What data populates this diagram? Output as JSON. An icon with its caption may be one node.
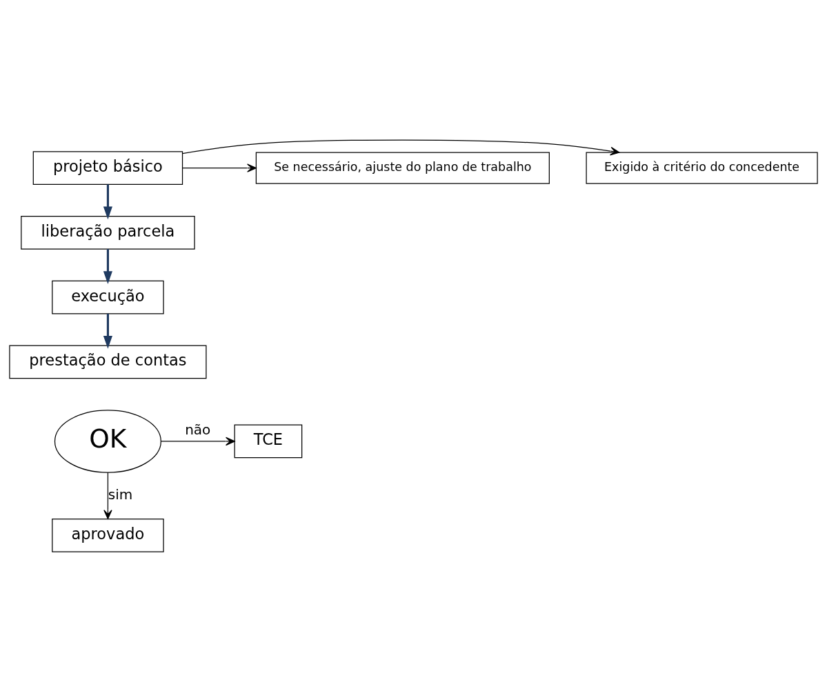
{
  "diagram": {
    "nodes": [
      {
        "text": [
          "projeto básico"
        ]
      },
      {
        "text": [
          "Exigido à critério do concedente"
        ]
      },
      {
        "text": [
          "Se necessário, ajuste do plano de trabalho"
        ]
      },
      {
        "text": [
          "liberação parcela"
        ]
      },
      {
        "text": [
          "execução"
        ]
      },
      {
        "text": [
          "prestação de contas"
        ]
      },
      {
        "text": [
          "OK"
        ]
      },
      {
        "text": [
          "TCE"
        ]
      },
      {
        "text": [
          "aprovado"
        ]
      }
    ],
    "edges": [
      {
        "from": 0,
        "to": 1,
        "arrow": "to"
      },
      {
        "from": 0,
        "to": 2,
        "arrow": "to"
      },
      {
        "from": 0,
        "to": 3,
        "arrow": "to",
        "style": "thick",
        "color": "#1f3a60"
      },
      {
        "from": 3,
        "to": 4,
        "arrow": "to",
        "style": "thick",
        "color": "#1f3a60"
      },
      {
        "from": 4,
        "to": 5,
        "arrow": "to",
        "style": "thick",
        "color": "#1f3a60"
      },
      {
        "from": 6,
        "to": 7,
        "arrow": "to",
        "label": "não"
      },
      {
        "from": 6,
        "to": 8,
        "arrow": "to",
        "label": "sim"
      }
    ]
  }
}
